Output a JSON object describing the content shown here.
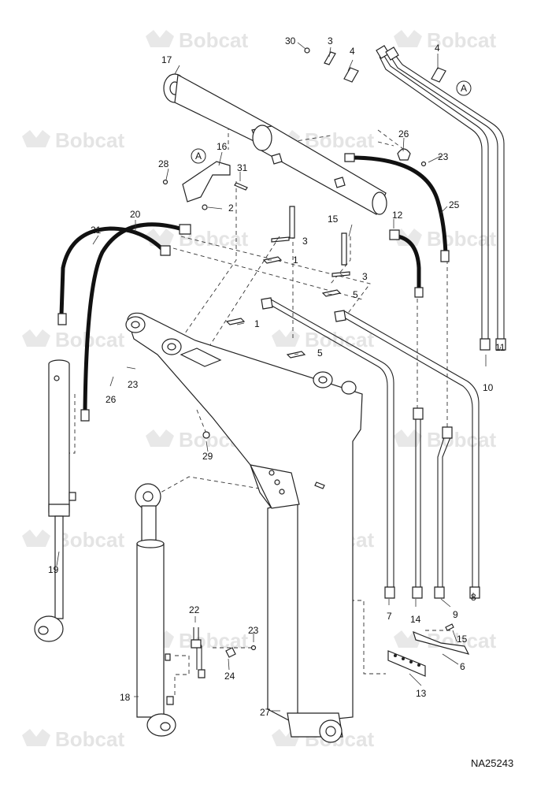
{
  "drawing_id": "NA25243",
  "watermark": {
    "text": "Bobcat",
    "color": "#e4e4e4"
  },
  "callouts": [
    {
      "id": "c30",
      "label": "30"
    },
    {
      "id": "c3a",
      "label": "3"
    },
    {
      "id": "c4a",
      "label": "4"
    },
    {
      "id": "c4b",
      "label": "4"
    },
    {
      "id": "cAa",
      "label": "A"
    },
    {
      "id": "c17",
      "label": "17"
    },
    {
      "id": "c26a",
      "label": "26"
    },
    {
      "id": "c23a",
      "label": "23"
    },
    {
      "id": "c16",
      "label": "16"
    },
    {
      "id": "cAb",
      "label": "A"
    },
    {
      "id": "c28",
      "label": "28"
    },
    {
      "id": "c31",
      "label": "31"
    },
    {
      "id": "c25",
      "label": "25"
    },
    {
      "id": "c2",
      "label": "2"
    },
    {
      "id": "c20",
      "label": "20"
    },
    {
      "id": "c15a",
      "label": "15"
    },
    {
      "id": "c12",
      "label": "12"
    },
    {
      "id": "c21",
      "label": "21"
    },
    {
      "id": "c3b",
      "label": "3"
    },
    {
      "id": "c1a",
      "label": "1"
    },
    {
      "id": "c3c",
      "label": "3"
    },
    {
      "id": "c5a",
      "label": "5"
    },
    {
      "id": "c1b",
      "label": "1"
    },
    {
      "id": "c5b",
      "label": "5"
    },
    {
      "id": "c11",
      "label": "11"
    },
    {
      "id": "c10",
      "label": "10"
    },
    {
      "id": "c23b",
      "label": "23"
    },
    {
      "id": "c26b",
      "label": "26"
    },
    {
      "id": "c29",
      "label": "29"
    },
    {
      "id": "c19",
      "label": "19"
    },
    {
      "id": "c7",
      "label": "7"
    },
    {
      "id": "c14",
      "label": "14"
    },
    {
      "id": "c9",
      "label": "9"
    },
    {
      "id": "c8",
      "label": "8"
    },
    {
      "id": "c22",
      "label": "22"
    },
    {
      "id": "c23c",
      "label": "23"
    },
    {
      "id": "c15b",
      "label": "15"
    },
    {
      "id": "c6",
      "label": "6"
    },
    {
      "id": "c24",
      "label": "24"
    },
    {
      "id": "c13",
      "label": "13"
    },
    {
      "id": "c18",
      "label": "18"
    },
    {
      "id": "c27",
      "label": "27"
    }
  ]
}
